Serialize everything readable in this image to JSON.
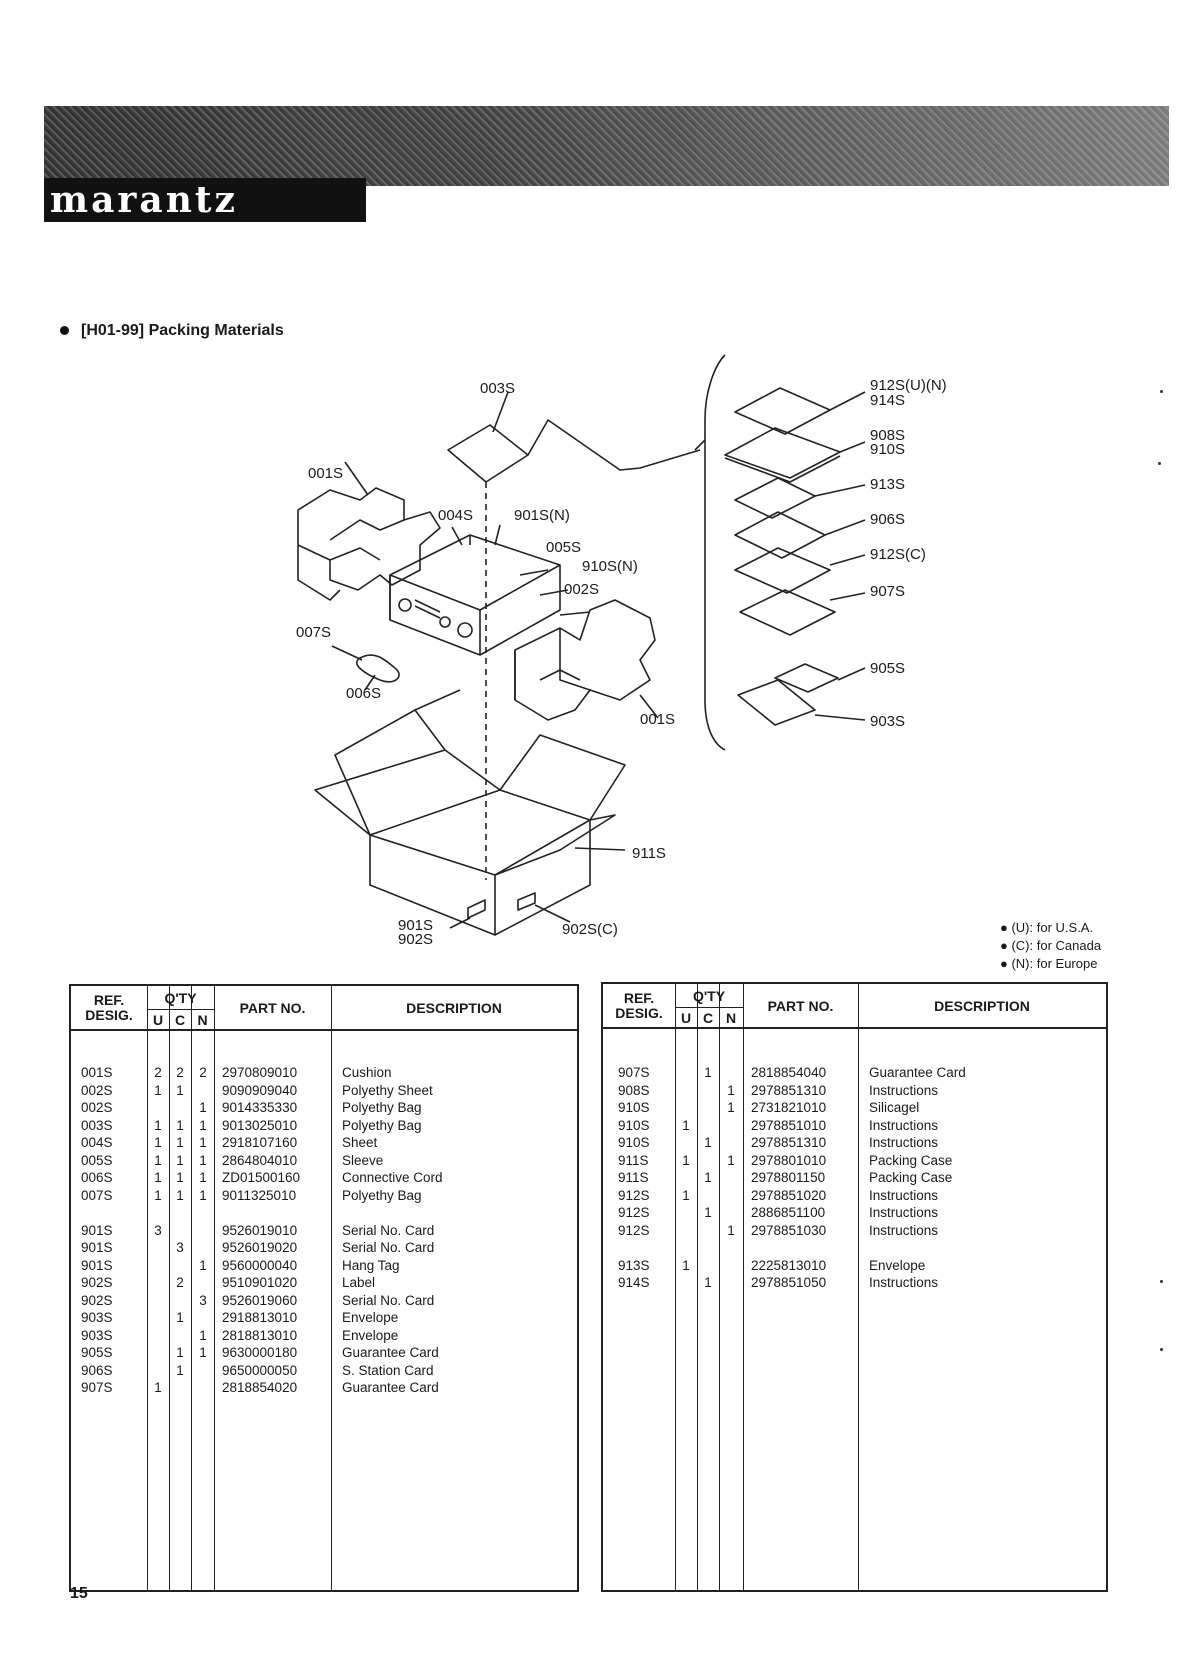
{
  "brand": "marantz",
  "section_title": "[H01-99] Packing Materials",
  "diagram_labels": {
    "l003s": "003S",
    "l001s_top": "001S",
    "l004s": "004S",
    "l901sn": "901S(N)",
    "l005s": "005S",
    "l910sn": "910S(N)",
    "l002s": "002S",
    "l007s": "007S",
    "l006s": "006S",
    "l001s_bot": "001S",
    "l911s": "911S",
    "l901s": "901S",
    "l902s": "902S",
    "l902sc": "902S(C)",
    "l912sun": "912S(U)(N)",
    "l914s": "914S",
    "l908s": "908S",
    "l910s": "910S",
    "l913s": "913S",
    "l906s": "906S",
    "l912sc": "912S(C)",
    "l907s": "907S",
    "l905s": "905S",
    "l903s": "903S"
  },
  "legend": [
    "● (U): for U.S.A.",
    "● (C): for Canada",
    "● (N): for Europe"
  ],
  "table_headers": {
    "ref": "REF.",
    "desig": "DESIG.",
    "qty": "Q'TY",
    "u": "U",
    "c": "C",
    "n": "N",
    "part_no": "PART NO.",
    "description": "DESCRIPTION"
  },
  "left_table": {
    "group1": [
      {
        "ref": "001S",
        "u": "2",
        "c": "2",
        "n": "2",
        "part": "2970809010",
        "desc": "Cushion"
      },
      {
        "ref": "002S",
        "u": "1",
        "c": "1",
        "n": "",
        "part": "9090909040",
        "desc": "Polyethy Sheet"
      },
      {
        "ref": "002S",
        "u": "",
        "c": "",
        "n": "1",
        "part": "9014335330",
        "desc": "Polyethy Bag"
      },
      {
        "ref": "003S",
        "u": "1",
        "c": "1",
        "n": "1",
        "part": "9013025010",
        "desc": "Polyethy Bag"
      },
      {
        "ref": "004S",
        "u": "1",
        "c": "1",
        "n": "1",
        "part": "2918107160",
        "desc": "Sheet"
      },
      {
        "ref": "005S",
        "u": "1",
        "c": "1",
        "n": "1",
        "part": "2864804010",
        "desc": "Sleeve"
      },
      {
        "ref": "006S",
        "u": "1",
        "c": "1",
        "n": "1",
        "part": "ZD01500160",
        "desc": "Connective Cord"
      },
      {
        "ref": "007S",
        "u": "1",
        "c": "1",
        "n": "1",
        "part": "9011325010",
        "desc": "Polyethy Bag"
      }
    ],
    "group2": [
      {
        "ref": "901S",
        "u": "3",
        "c": "",
        "n": "",
        "part": "9526019010",
        "desc": "Serial No. Card"
      },
      {
        "ref": "901S",
        "u": "",
        "c": "3",
        "n": "",
        "part": "9526019020",
        "desc": "Serial No. Card"
      },
      {
        "ref": "901S",
        "u": "",
        "c": "",
        "n": "1",
        "part": "9560000040",
        "desc": "Hang Tag"
      },
      {
        "ref": "902S",
        "u": "",
        "c": "2",
        "n": "",
        "part": "9510901020",
        "desc": "Label"
      },
      {
        "ref": "902S",
        "u": "",
        "c": "",
        "n": "3",
        "part": "9526019060",
        "desc": "Serial No. Card"
      },
      {
        "ref": "903S",
        "u": "",
        "c": "1",
        "n": "",
        "part": "2918813010",
        "desc": "Envelope"
      },
      {
        "ref": "903S",
        "u": "",
        "c": "",
        "n": "1",
        "part": "2818813010",
        "desc": "Envelope"
      },
      {
        "ref": "905S",
        "u": "",
        "c": "1",
        "n": "1",
        "part": "9630000180",
        "desc": "Guarantee Card"
      },
      {
        "ref": "906S",
        "u": "",
        "c": "1",
        "n": "",
        "part": "9650000050",
        "desc": "S. Station Card"
      },
      {
        "ref": "907S",
        "u": "1",
        "c": "",
        "n": "",
        "part": "2818854020",
        "desc": "Guarantee Card"
      }
    ]
  },
  "right_table": {
    "group1": [
      {
        "ref": "907S",
        "u": "",
        "c": "1",
        "n": "",
        "part": "2818854040",
        "desc": "Guarantee Card"
      },
      {
        "ref": "908S",
        "u": "",
        "c": "",
        "n": "1",
        "part": "2978851310",
        "desc": "Instructions"
      },
      {
        "ref": "910S",
        "u": "",
        "c": "",
        "n": "1",
        "part": "2731821010",
        "desc": "Silicagel"
      },
      {
        "ref": "910S",
        "u": "1",
        "c": "",
        "n": "",
        "part": "2978851010",
        "desc": "Instructions"
      },
      {
        "ref": "910S",
        "u": "",
        "c": "1",
        "n": "",
        "part": "2978851310",
        "desc": "Instructions"
      },
      {
        "ref": "911S",
        "u": "1",
        "c": "",
        "n": "1",
        "part": "2978801010",
        "desc": "Packing Case"
      },
      {
        "ref": "911S",
        "u": "",
        "c": "1",
        "n": "",
        "part": "2978801150",
        "desc": "Packing Case"
      },
      {
        "ref": "912S",
        "u": "1",
        "c": "",
        "n": "",
        "part": "2978851020",
        "desc": "Instructions"
      },
      {
        "ref": "912S",
        "u": "",
        "c": "1",
        "n": "",
        "part": "2886851100",
        "desc": "Instructions"
      },
      {
        "ref": "912S",
        "u": "",
        "c": "",
        "n": "1",
        "part": "2978851030",
        "desc": "Instructions"
      }
    ],
    "group2": [
      {
        "ref": "913S",
        "u": "1",
        "c": "",
        "n": "",
        "part": "2225813010",
        "desc": "Envelope"
      },
      {
        "ref": "914S",
        "u": "",
        "c": "1",
        "n": "",
        "part": "2978851050",
        "desc": "Instructions"
      }
    ]
  },
  "page_number": "15"
}
